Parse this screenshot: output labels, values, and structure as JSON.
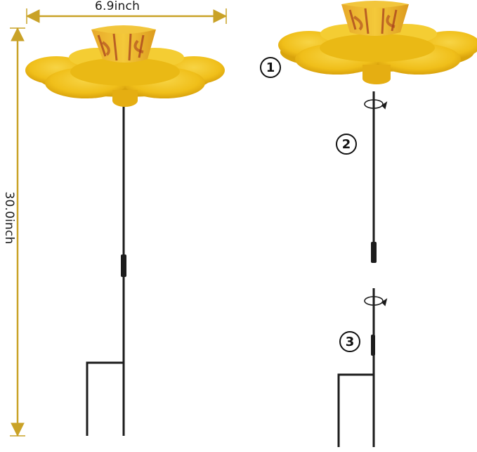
{
  "dimensions": {
    "width_label": "6.9inch",
    "height_label": "30.0inch"
  },
  "steps": [
    {
      "number": "1"
    },
    {
      "number": "2"
    },
    {
      "number": "3"
    }
  ],
  "colors": {
    "dimension_arrow": "#c9a227",
    "dish_yellow": "#f2c21b",
    "dish_shadow": "#d9a40c",
    "rust": "#a8401e",
    "stake": "#1c1c1c"
  }
}
